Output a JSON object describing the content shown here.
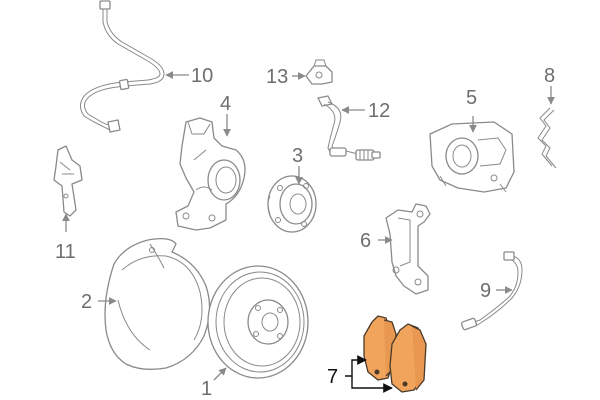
{
  "callouts": {
    "c1": "1",
    "c2": "2",
    "c3": "3",
    "c4": "4",
    "c5": "5",
    "c6": "6",
    "c7": "7",
    "c8": "8",
    "c9": "9",
    "c10": "10",
    "c11": "11",
    "c12": "12",
    "c13": "13"
  },
  "colors": {
    "line": "#8a8a8a",
    "label": "#6e6e6e",
    "highlight_fill": "#f0a45c",
    "highlight_label": "#111111"
  },
  "highlighted_part": "brake-pads"
}
